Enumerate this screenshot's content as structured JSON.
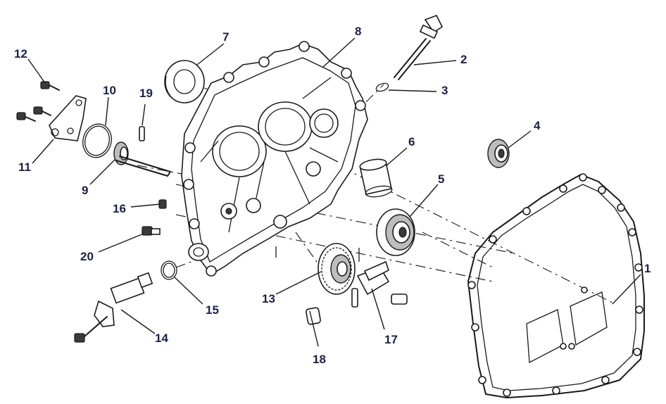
{
  "callouts": {
    "c1": "1",
    "c2": "2",
    "c3": "3",
    "c4": "4",
    "c5": "5",
    "c6": "6",
    "c7": "7",
    "c8": "8",
    "c9": "9",
    "c10": "10",
    "c11": "11",
    "c12": "12",
    "c13": "13",
    "c14": "14",
    "c15": "15",
    "c16": "16",
    "c17": "17",
    "c18": "18",
    "c19": "19",
    "c20": "20"
  },
  "colors": {
    "line": "#1a1a1a",
    "callout_text": "#1b2146",
    "background": "#ffffff"
  }
}
